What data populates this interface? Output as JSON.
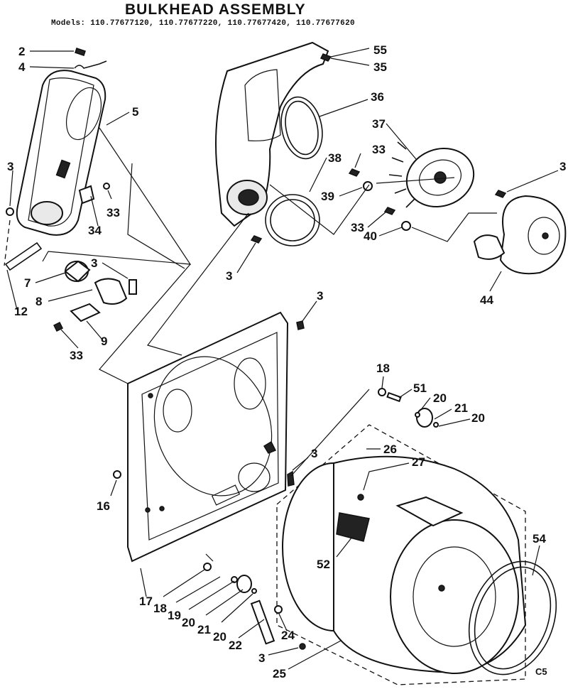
{
  "header": {
    "title": "BULKHEAD ASSEMBLY",
    "models": "Models: 110.77677120, 110.77677220, 110.77677420, 110.77677620"
  },
  "corner_code": "C5",
  "callouts": [
    "2",
    "4",
    "5",
    "3",
    "33",
    "34",
    "7",
    "3",
    "8",
    "9",
    "33",
    "12",
    "55",
    "35",
    "36",
    "37",
    "33",
    "38",
    "39",
    "3",
    "33",
    "40",
    "44",
    "3",
    "3",
    "18",
    "51",
    "20",
    "21",
    "20",
    "3",
    "26",
    "27",
    "16",
    "52",
    "54",
    "17",
    "18",
    "19",
    "20",
    "21",
    "20",
    "22",
    "24",
    "3",
    "25"
  ]
}
